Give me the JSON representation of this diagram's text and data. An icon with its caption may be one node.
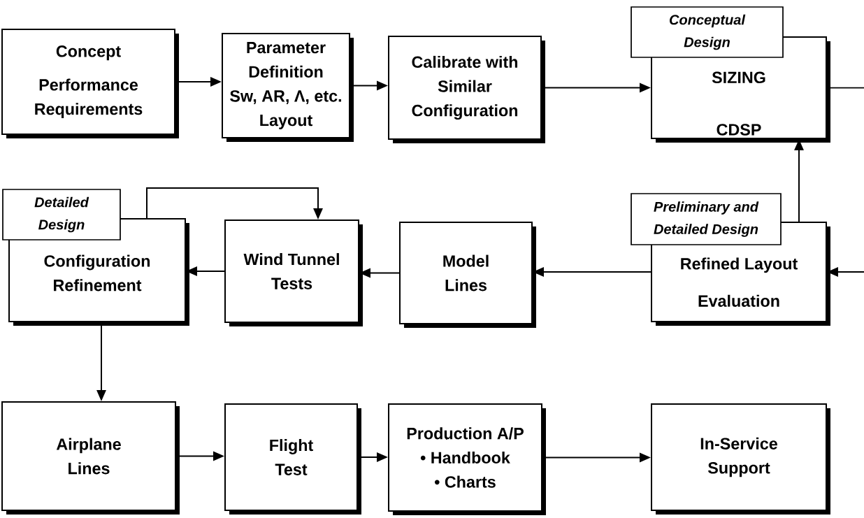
{
  "diagram": {
    "nodes": [
      {
        "text": [
          "Concept",
          "Performance Requirements"
        ]
      },
      {
        "text": [
          "Parameter Definition",
          "Sw, AR, Λ, etc.",
          "Layout"
        ]
      },
      {
        "text": [
          "Calibrate with Similar Configuration"
        ]
      },
      {
        "text": [
          "Conceptual Design",
          "SIZING",
          "CDSP"
        ]
      },
      {
        "text": [
          "Detailed Design",
          "Configuration Refinement"
        ]
      },
      {
        "text": [
          "Wind Tunnel Tests"
        ]
      },
      {
        "text": [
          "Model Lines"
        ]
      },
      {
        "text": [
          "Preliminary and Detailed Design",
          "Refined Layout",
          "Evaluation"
        ]
      },
      {
        "text": [
          "Airplane Lines"
        ]
      },
      {
        "text": [
          "Flight Test"
        ]
      },
      {
        "text": [
          "Production A/P",
          "• Handbook",
          "• Charts"
        ]
      },
      {
        "text": [
          "In-Service Support"
        ]
      }
    ],
    "edges": [
      {
        "from": 0,
        "to": 1,
        "arrow": "to"
      },
      {
        "from": 1,
        "to": 2,
        "arrow": "to"
      },
      {
        "from": 2,
        "to": 3,
        "arrow": "to"
      },
      {
        "from": 3,
        "to": null,
        "arrow": "none"
      },
      {
        "from": null,
        "to": 7,
        "arrow": "to"
      },
      {
        "from": 7,
        "to": 3,
        "arrow": "to"
      },
      {
        "from": 7,
        "to": 6,
        "arrow": "to"
      },
      {
        "from": 6,
        "to": 5,
        "arrow": "to"
      },
      {
        "from": 5,
        "to": 4,
        "arrow": "to"
      },
      {
        "from": 4,
        "to": 5,
        "arrow": "to"
      },
      {
        "from": 4,
        "to": 8,
        "arrow": "to"
      },
      {
        "from": 8,
        "to": 9,
        "arrow": "to"
      },
      {
        "from": 9,
        "to": 10,
        "arrow": "to"
      },
      {
        "from": 10,
        "to": 11,
        "arrow": "to"
      }
    ]
  }
}
